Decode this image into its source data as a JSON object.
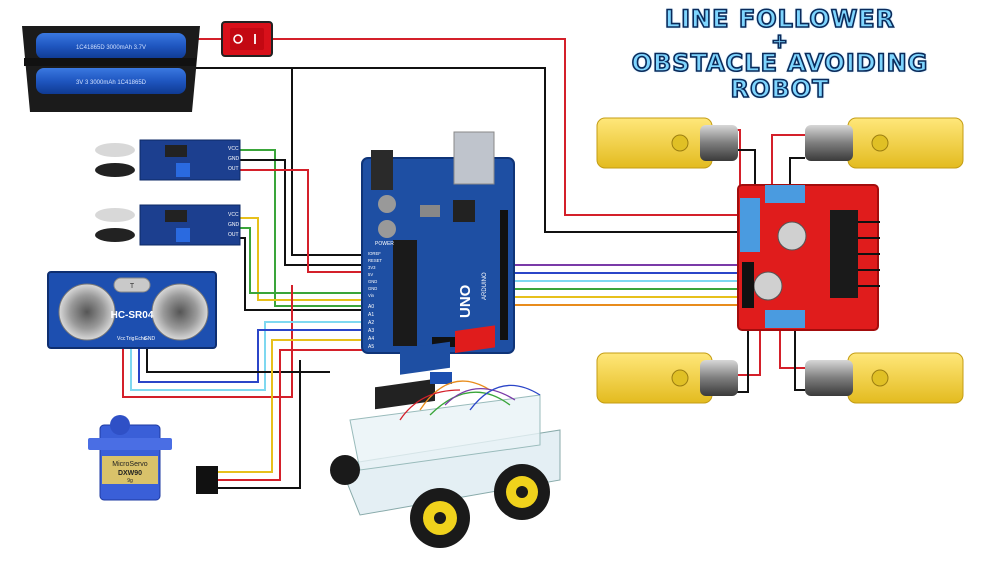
{
  "title": {
    "line1": "LINE FOLLOWER",
    "line2": "+",
    "line3": "OBSTACLE AVOIDING",
    "line4": "ROBOT"
  },
  "components": {
    "battery": {
      "cell1_text": "1C41865D 3000mAh 3.7V",
      "cell2_text": "3V 3 3000mAh 1C41865D"
    },
    "ultrasonic": {
      "model": "HC-SR04",
      "pins": [
        "Vcc",
        "Trig",
        "Echo",
        "GND"
      ],
      "crystal": "T"
    },
    "servo": {
      "brand": "MicroServo",
      "model": "DXW90",
      "spec": "9g"
    },
    "arduino": {
      "board_label": "UNO",
      "brand": "ARDUINO",
      "power_label": "POWER",
      "analog_pins": [
        "A0",
        "A1",
        "A2",
        "A3",
        "A4",
        "A5"
      ],
      "power_pins": [
        "IOREF",
        "RESET",
        "3V3",
        "5V",
        "GND",
        "GND",
        "Vin"
      ]
    },
    "ir_sensor_1": {
      "labels": [
        "VCC",
        "GND",
        "OUT"
      ]
    },
    "ir_sensor_2": {
      "labels": [
        "VCC",
        "GND",
        "OUT"
      ]
    }
  },
  "colors": {
    "wire_red": "#d4202a",
    "wire_black": "#111111",
    "wire_green": "#3aa53a",
    "wire_yellow": "#e7c01b",
    "wire_blue": "#2b45c8",
    "wire_cyan": "#7ed8f0",
    "wire_purple": "#7a3aa8",
    "wire_orange": "#e88c1c",
    "arduino_blue": "#1e4fa3",
    "driver_red": "#e01c1c",
    "motor_yellow": "#f5d53a",
    "ir_board_blue": "#1c3f8f",
    "servo_blue": "#3a5fd8"
  }
}
